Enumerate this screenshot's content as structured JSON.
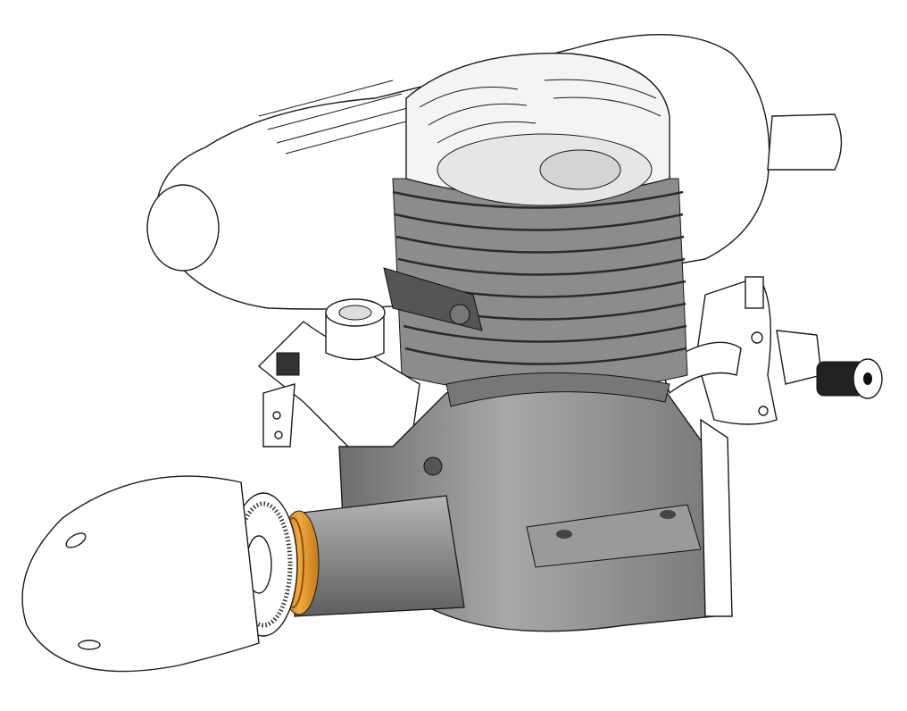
{
  "colors": {
    "background": "#ffffff",
    "outline": "#1a1a1a",
    "crankcase": "#8c8c8c",
    "crankcase_dark": "#6e6e6e",
    "crankcase_light": "#b3b3b3",
    "bearing_ring": "#e89a2c",
    "head_translucent": "#e6e6e6"
  },
  "parts": [
    "muffler",
    "cylinder-head",
    "cylinder-fins",
    "crankcase",
    "carburetor",
    "spinner",
    "prop-washer",
    "bearing-ring",
    "needle-valve",
    "fuel-fitting",
    "mounting-lug"
  ]
}
